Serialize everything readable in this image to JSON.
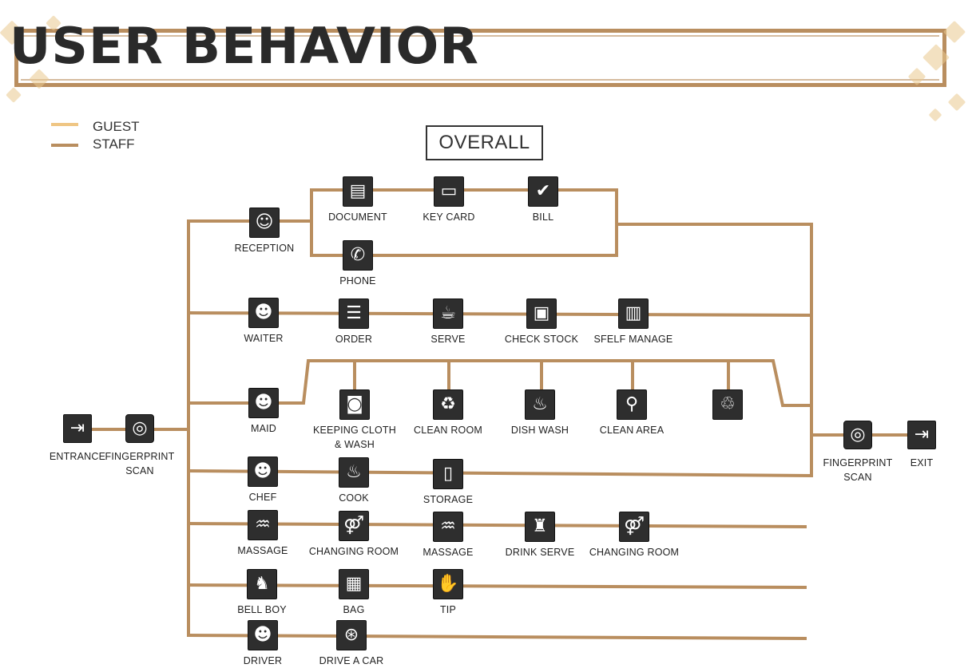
{
  "title": "USER BEHAVIOR",
  "legend": [
    {
      "label": "GUEST",
      "color": "#efc684"
    },
    {
      "label": "STAFF",
      "color": "#b98e5f"
    }
  ],
  "overall_label": "OVERALL",
  "colors": {
    "staff_line": "#b98e5f",
    "guest_line": "#efc684",
    "icon_bg": "#2e2e2e"
  },
  "nodes": {
    "entrance": {
      "label": "ENTRANCE",
      "icon": "entrance-icon"
    },
    "fp_in": {
      "label": "FINGERPRINT\nSCAN",
      "icon": "fingerprint-icon"
    },
    "fp_out": {
      "label": "FINGERPRINT\nSCAN",
      "icon": "fingerprint-icon"
    },
    "exit": {
      "label": "EXIT",
      "icon": "exit-icon"
    },
    "reception": {
      "label": "RECEPTION",
      "icon": "reception-icon"
    },
    "document": {
      "label": "DOCUMENT",
      "icon": "document-icon"
    },
    "keycard": {
      "label": "KEY CARD",
      "icon": "key-card-icon"
    },
    "bill": {
      "label": "BILL",
      "icon": "bill-icon"
    },
    "phone": {
      "label": "PHONE",
      "icon": "phone-icon"
    },
    "waiter": {
      "label": "WAITER",
      "icon": "waiter-icon"
    },
    "order": {
      "label": "ORDER",
      "icon": "order-icon"
    },
    "serve": {
      "label": "SERVE",
      "icon": "serve-icon"
    },
    "checkstock": {
      "label": "CHECK STOCK",
      "icon": "stock-box-icon"
    },
    "shelf": {
      "label": "SFELF MANAGE",
      "icon": "shelf-icon"
    },
    "maid": {
      "label": "MAID",
      "icon": "maid-icon"
    },
    "keepingcloth": {
      "label": "KEEPING CLOTH\n& WASH",
      "icon": "washing-machine-icon"
    },
    "cleanroom": {
      "label": "CLEAN ROOM",
      "icon": "vacuum-icon"
    },
    "dishwash": {
      "label": "DISH WASH",
      "icon": "dish-wash-icon"
    },
    "cleanarea": {
      "label": "CLEAN AREA",
      "icon": "broom-icon"
    },
    "trash": {
      "label": "",
      "icon": "trash-bin-icon"
    },
    "chef": {
      "label": "CHEF",
      "icon": "chef-icon"
    },
    "cook": {
      "label": "COOK",
      "icon": "cooking-pot-icon"
    },
    "storage": {
      "label": "STORAGE",
      "icon": "refrigerator-icon"
    },
    "massage1": {
      "label": "MASSAGE",
      "icon": "massage-icon"
    },
    "changing1": {
      "label": "CHANGING ROOM",
      "icon": "changing-room-icon"
    },
    "massage2": {
      "label": "MASSAGE",
      "icon": "massage-icon"
    },
    "drinkserve": {
      "label": "DRINK SERVE",
      "icon": "drink-serve-icon"
    },
    "changing2": {
      "label": "CHANGING ROOM",
      "icon": "changing-room-icon"
    },
    "bellboy": {
      "label": "BELL BOY",
      "icon": "bell-boy-icon"
    },
    "bag": {
      "label": "BAG",
      "icon": "suitcase-icon"
    },
    "tip": {
      "label": "TIP",
      "icon": "tip-hand-icon"
    },
    "driver": {
      "label": "DRIVER",
      "icon": "driver-icon"
    },
    "driveacar": {
      "label": "DRIVE A CAR",
      "icon": "steering-wheel-icon"
    }
  }
}
